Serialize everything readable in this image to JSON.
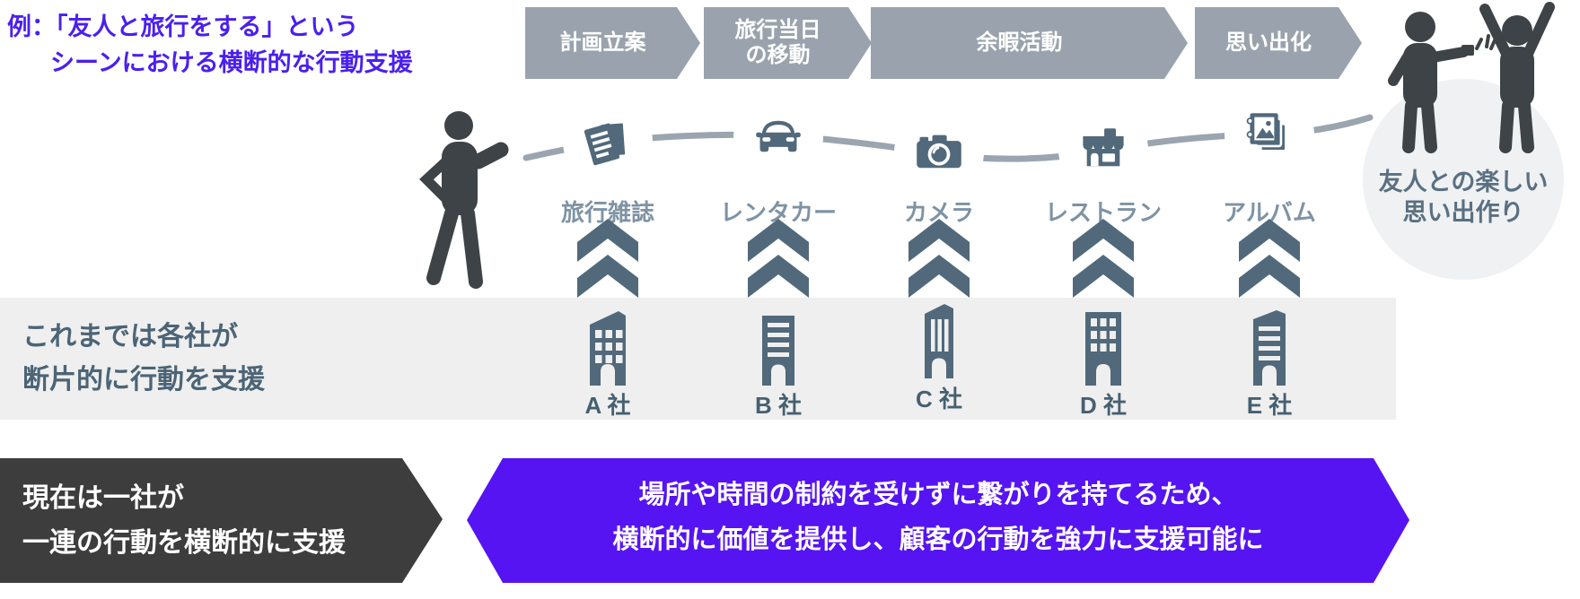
{
  "caption": {
    "line1": "例：「友人と旅行をする」という",
    "line2": "シーンにおける横断的な行動支援"
  },
  "stages": [
    {
      "label": "計画立案"
    },
    {
      "label": "旅行当日\nの移動"
    },
    {
      "label": "余暇活動"
    },
    {
      "label": "思い出化"
    }
  ],
  "journey": {
    "steps": [
      {
        "label": "旅行雑誌",
        "icon": "magazine-icon"
      },
      {
        "label": "レンタカー",
        "icon": "car-icon"
      },
      {
        "label": "カメラ",
        "icon": "camera-icon"
      },
      {
        "label": "レストラン",
        "icon": "shop-icon"
      },
      {
        "label": "アルバム",
        "icon": "album-icon"
      }
    ]
  },
  "goal": {
    "line1": "友人との楽しい",
    "line2": "思い出作り"
  },
  "past": {
    "line1": "これまでは各社が",
    "line2": "断片的に行動を支援",
    "companies": [
      {
        "label": "A 社"
      },
      {
        "label": "B 社"
      },
      {
        "label": "C 社"
      },
      {
        "label": "D 社"
      },
      {
        "label": "E 社"
      }
    ]
  },
  "present": {
    "line1": "現在は一社が",
    "line2": "一連の行動を横断的に支援"
  },
  "benefit": {
    "line1": "場所や時間の制約を受けずに繋がりを持てるため、",
    "line2": "横断的に価値を提供し、顧客の行動を強力に支援可能に"
  },
  "colors": {
    "accent_purple": "#4A1FF0",
    "benefit_purple": "#5614F2",
    "stage_gray": "#9AA3AD",
    "slate": "#51697B",
    "light_band": "#EFEFEF",
    "dark_band": "#3D3D3D",
    "figure_dark": "#3E4347",
    "line_gray": "#9AA5AF",
    "label_light": "#7E93A4",
    "label_dark": "#466070",
    "goal_circle_bg": "#EFF1F3"
  }
}
